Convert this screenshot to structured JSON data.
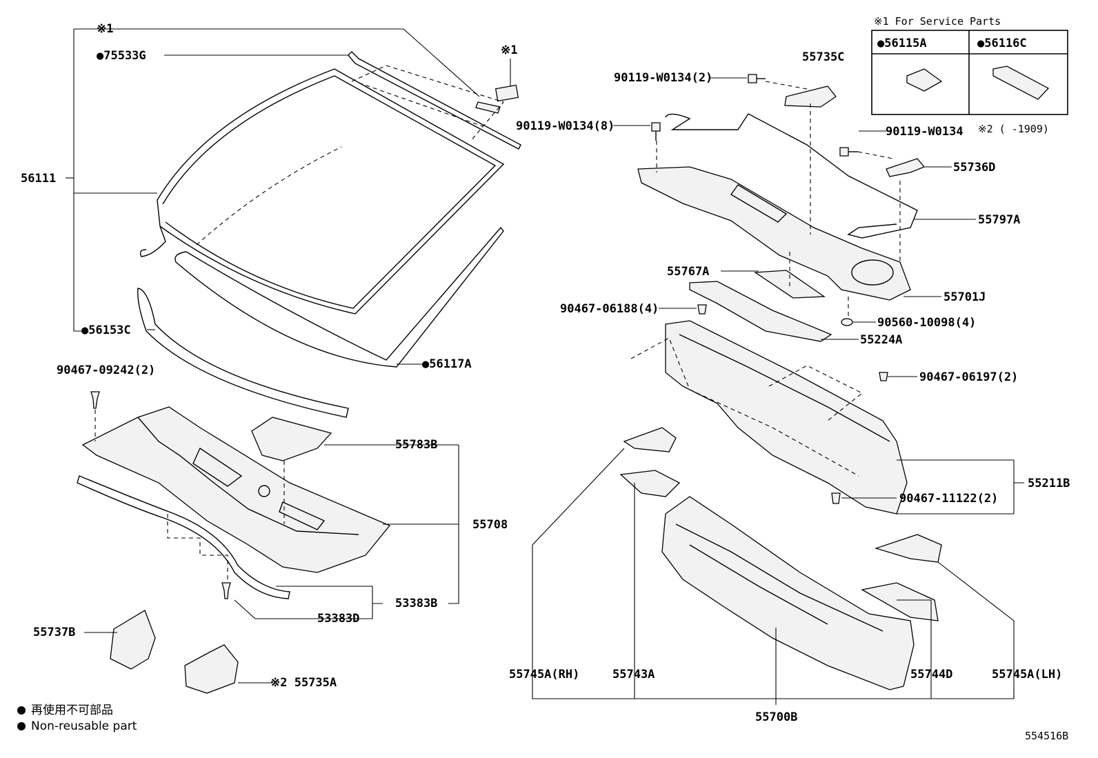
{
  "diagram_id": "554516B",
  "service_box": {
    "title": "※1 For Service Parts",
    "col1": "●56115A",
    "col2": "●56116C"
  },
  "note2": "※2 (    -1909)",
  "legend": {
    "jp": "再使用不可部品",
    "en": "Non-reusable part"
  },
  "labels": {
    "l56111": "56111",
    "l75533G": "●75533G",
    "lref1a": "※1",
    "lref1b": "※1",
    "l56153C": "●56153C",
    "l56117A": "●56117A",
    "l90467_09242": "90467-09242(2)",
    "l55783B": "55783B",
    "l55708": "55708",
    "l53383B": "53383B",
    "l53383D": "53383D",
    "l55737B": "55737B",
    "l55735A": "※2 55735A",
    "l55735C": "55735C",
    "l90119_2": "90119-W0134(2)",
    "l90119_8": "90119-W0134(8)",
    "l90119": "90119-W0134",
    "l55736D": "55736D",
    "l55797A": "55797A",
    "l55767A": "55767A",
    "l55701J": "55701J",
    "l90467_06188": "90467-06188(4)",
    "l90560": "90560-10098(4)",
    "l55224A": "55224A",
    "l90467_06197": "90467-06197(2)",
    "l55211B": "55211B",
    "l90467_11122": "90467-11122(2)",
    "l55745A_RH": "55745A(RH)",
    "l55743A": "55743A",
    "l55744D": "55744D",
    "l55745A_LH": "55745A(LH)",
    "l55700B": "55700B"
  }
}
